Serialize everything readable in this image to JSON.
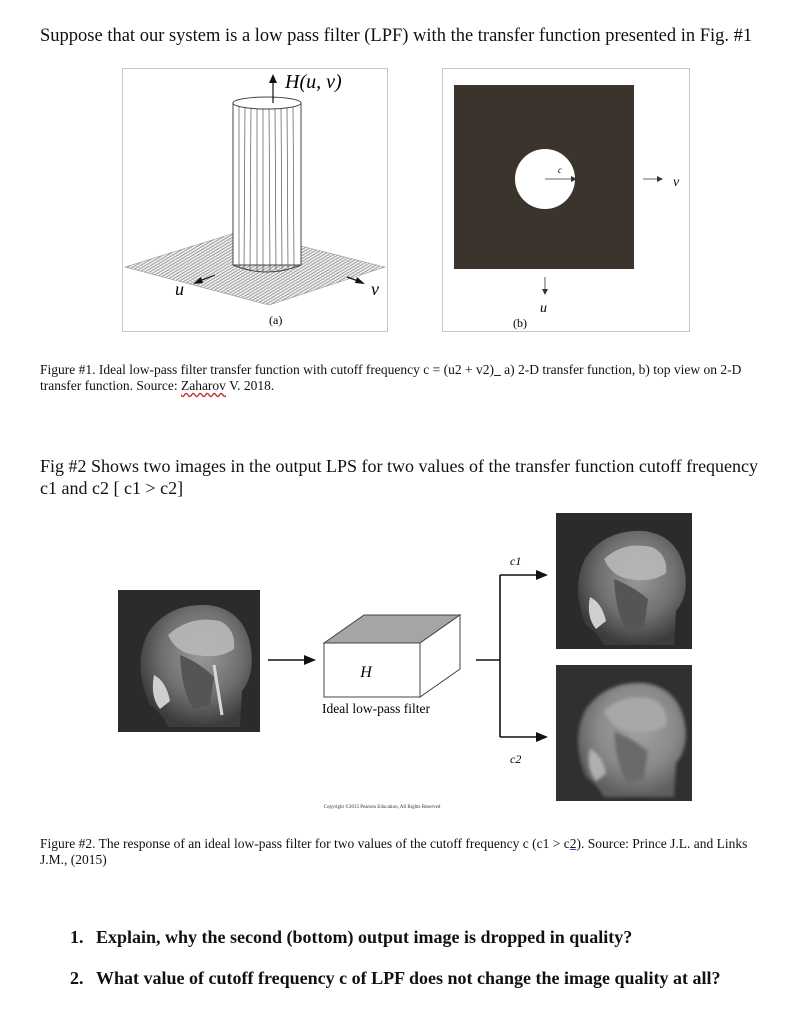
{
  "intro_text": "Suppose that our system is a low pass filter (LPF) with the transfer function presented in Fig. #1",
  "figure1": {
    "a_axis_label": "H(u, v)",
    "a_u": "u",
    "a_v": "v",
    "a_panel": "(a)",
    "b_c": "c",
    "b_v": "v",
    "b_u": "u",
    "b_panel": "(b)",
    "caption_part1": "Figure #1. Ideal low-pass filter transfer function with cutoff frequency c = (u2 + v2)",
    "caption_mark": "_",
    "caption_part2": " a) 2-D transfer function, b) top view on 2-D transfer function. Source: ",
    "caption_author": "Zaharov",
    "caption_part3": " V. 2018."
  },
  "paragraph2": "Fig #2 Shows two images in the output LPS for two values of the transfer function cutoff frequency c1 and c2 [ c1 > c2]",
  "figure2": {
    "filter_symbol": "H",
    "filter_label": "Ideal low-pass filter",
    "c1_label": "c1",
    "c2_label": "c2",
    "copyright": "Copyright ©2015 Pearson Education, All Rights Reserved",
    "caption_part1": "Figure #2. The response of an ideal low-pass filter for two values of the cutoff frequency c (c1 > c",
    "caption_mark": "2",
    "caption_part2": "). Source: Prince J.L. and Links J.M., (2015)"
  },
  "questions": [
    {
      "num": "1.",
      "text": "Explain, why the second (bottom) output image is dropped in quality?"
    },
    {
      "num": "2.",
      "text": "What value of cutoff frequency c of LPF does not change the image quality at all?"
    }
  ]
}
